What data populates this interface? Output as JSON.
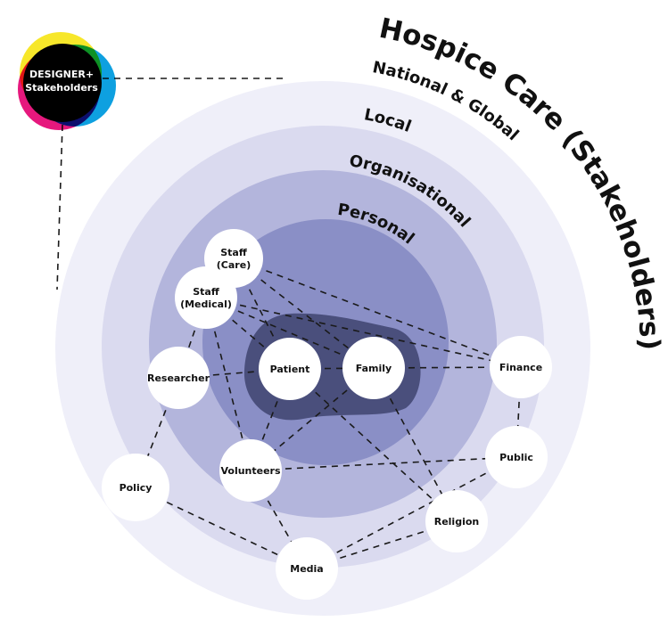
{
  "title": "Hospice Care (Stakeholders)",
  "designer": {
    "line1": "DESIGNER+",
    "line2": "Stakeholders",
    "colors": {
      "yellow": "#f7e72a",
      "magenta": "#e6187d",
      "cyan": "#0ea0e0",
      "core": "#000000"
    }
  },
  "rings": [
    {
      "id": "national",
      "label": "National & Global",
      "color": "#efeff9"
    },
    {
      "id": "local",
      "label": "Local",
      "color": "#dadaef"
    },
    {
      "id": "organisational",
      "label": "Organisational",
      "color": "#b3b5dc"
    },
    {
      "id": "personal",
      "label": "Personal",
      "color": "#8a8fc6"
    }
  ],
  "core_color": "#4a4f7c",
  "nodes": [
    {
      "id": "staff-care",
      "lines": [
        "Staff",
        "(Care)"
      ]
    },
    {
      "id": "staff-medical",
      "lines": [
        "Staff",
        "(Medical)"
      ]
    },
    {
      "id": "researcher",
      "lines": [
        "Researcher"
      ]
    },
    {
      "id": "patient",
      "lines": [
        "Patient"
      ]
    },
    {
      "id": "family",
      "lines": [
        "Family"
      ]
    },
    {
      "id": "finance",
      "lines": [
        "Finance"
      ]
    },
    {
      "id": "public",
      "lines": [
        "Public"
      ]
    },
    {
      "id": "policy",
      "lines": [
        "Policy"
      ]
    },
    {
      "id": "volunteers",
      "lines": [
        "Volunteers"
      ]
    },
    {
      "id": "religion",
      "lines": [
        "Religion"
      ]
    },
    {
      "id": "media",
      "lines": [
        "Media"
      ]
    }
  ],
  "connections": [
    [
      "staff-care",
      "finance"
    ],
    [
      "staff-care",
      "family"
    ],
    [
      "staff-care",
      "patient"
    ],
    [
      "staff-medical",
      "finance"
    ],
    [
      "staff-medical",
      "family"
    ],
    [
      "staff-medical",
      "patient"
    ],
    [
      "staff-medical",
      "researcher"
    ],
    [
      "staff-medical",
      "volunteers"
    ],
    [
      "researcher",
      "patient"
    ],
    [
      "researcher",
      "policy"
    ],
    [
      "patient",
      "family"
    ],
    [
      "patient",
      "volunteers"
    ],
    [
      "patient",
      "religion"
    ],
    [
      "family",
      "finance"
    ],
    [
      "family",
      "volunteers"
    ],
    [
      "family",
      "religion"
    ],
    [
      "finance",
      "public"
    ],
    [
      "volunteers",
      "public"
    ],
    [
      "volunteers",
      "media"
    ],
    [
      "public",
      "media"
    ],
    [
      "religion",
      "media"
    ],
    [
      "policy",
      "media"
    ]
  ],
  "designer_links": [
    "to-title",
    "to-outer-ring"
  ]
}
